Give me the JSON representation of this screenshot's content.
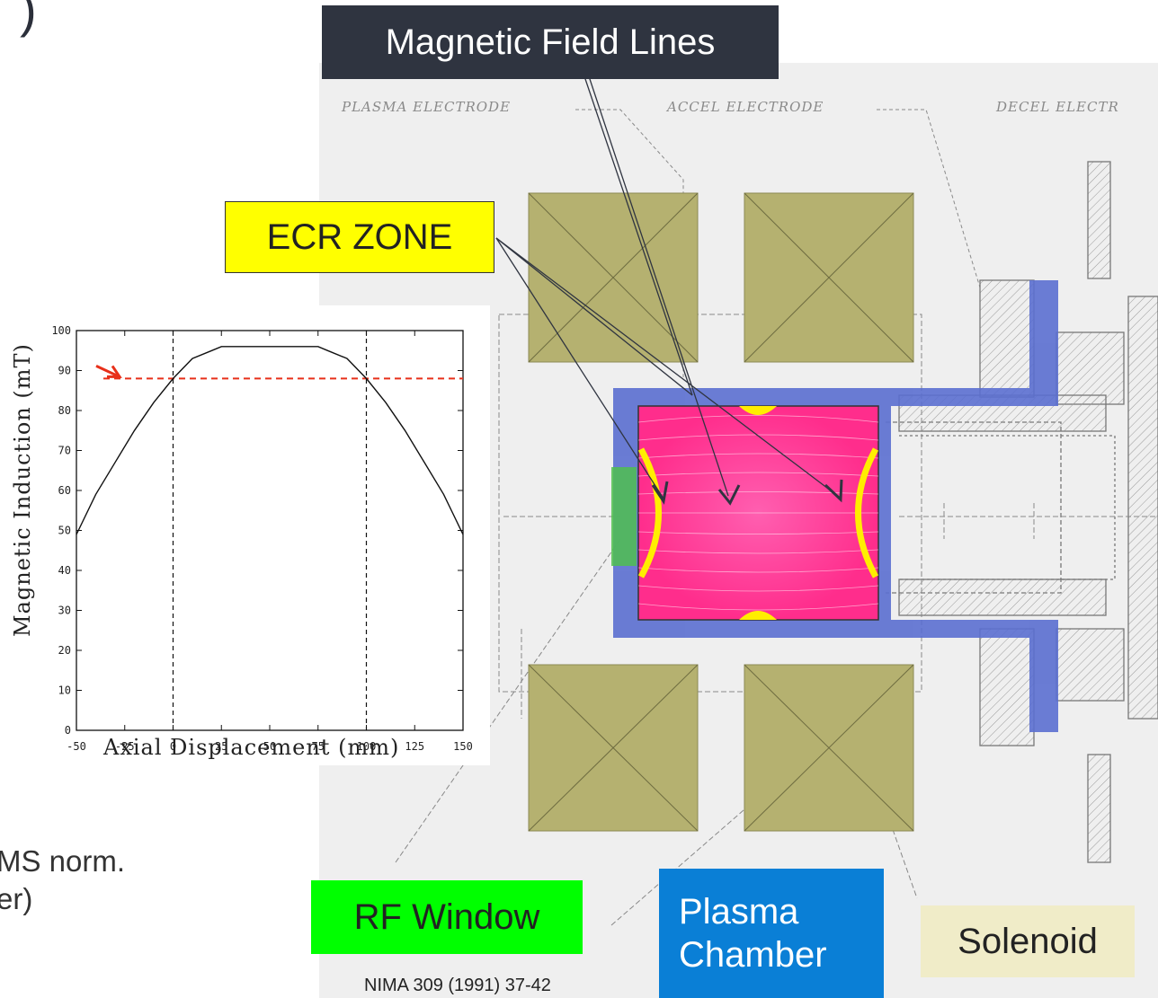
{
  "slide": {
    "top_left_fragment": ")",
    "bottom_text_lines": [
      "MS norm.",
      "er)"
    ],
    "citation": "NIMA 309 (1991) 37-42"
  },
  "labels": {
    "magnetic_field_lines": "Magnetic Field Lines",
    "ecr_zone": "ECR ZONE",
    "rf_window": "RF Window",
    "plasma_chamber_line1": "Plasma",
    "plasma_chamber_line2": "Chamber",
    "solenoid": "Solenoid"
  },
  "drawing_labels": {
    "plasma_electrode": "PLASMA ELECTRODE",
    "accel_electrode": "ACCEL ELECTRODE",
    "decel_electrode": "DECEL ELECTR"
  },
  "colors": {
    "magnetic_label_bg": "#2f3440",
    "ecr_label_bg": "#ffff00",
    "rf_label_bg": "#00ff00",
    "plasma_label_bg": "#0a7fd6",
    "solenoid_label_bg": "#f0ecc8",
    "coil": "#b5b170",
    "chamber_wall": "#5b6fd0",
    "plasma": "#ff2d8c",
    "ecr_surface": "#ffee00",
    "rf_window": "#4fc04f",
    "threshold_line": "#e8301a"
  },
  "chart_data": {
    "type": "line",
    "xlabel": "Axial Displacement (mm)",
    "ylabel": "Magnetic Induction (mT)",
    "xlim": [
      -50,
      150
    ],
    "ylim": [
      0,
      100
    ],
    "x_ticks": [
      "-50",
      "-25",
      "0",
      "25",
      "50",
      "75",
      "100",
      "125",
      "150"
    ],
    "y_ticks": [
      "0",
      "10",
      "20",
      "30",
      "40",
      "50",
      "60",
      "70",
      "80",
      "90",
      "100"
    ],
    "series": [
      {
        "x": [
          -50,
          -40,
          -30,
          -20,
          -10,
          0,
          10,
          20,
          25,
          35,
          50,
          60,
          75,
          80,
          90,
          100,
          110,
          120,
          130,
          140,
          150
        ],
        "y": [
          49,
          59,
          67,
          75,
          82,
          88,
          93,
          95,
          96,
          96,
          96,
          96,
          96,
          95,
          93,
          88,
          82,
          75,
          67,
          59,
          49
        ]
      }
    ],
    "ecr_threshold": 88,
    "vlines": [
      0,
      100
    ]
  }
}
